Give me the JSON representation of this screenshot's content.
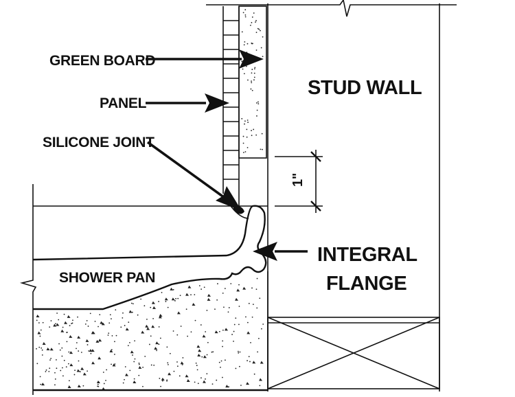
{
  "labels": {
    "green_board": "GREEN BOARD",
    "panel": "PANEL",
    "silicone_joint": "SILICONE JOINT",
    "shower_pan": "SHOWER PAN",
    "stud_wall": "STUD WALL",
    "integral_flange_line1": "INTEGRAL",
    "integral_flange_line2": "FLANGE",
    "dimension": "1\""
  },
  "colors": {
    "line": "#111111",
    "background": "#ffffff"
  }
}
